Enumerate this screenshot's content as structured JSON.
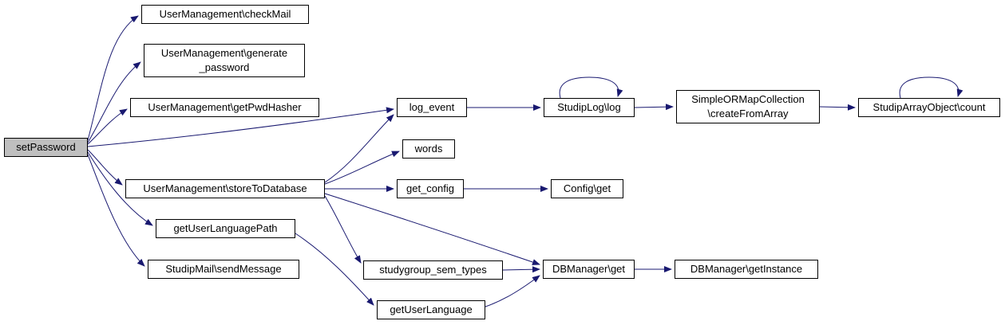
{
  "diagram": {
    "type": "doxygen-call-graph",
    "root": "setPassword",
    "colors": {
      "edge": "#191970",
      "node_border": "#000000",
      "node_background": "#ffffff",
      "root_background": "#bfbfbf"
    },
    "nodes": {
      "setPassword": {
        "label": "setPassword"
      },
      "checkMail": {
        "label": "UserManagement\\checkMail"
      },
      "generatePassword": {
        "label": "UserManagement\\generate\n_password"
      },
      "getPwdHasher": {
        "label": "UserManagement\\getPwdHasher"
      },
      "logEvent": {
        "label": "log_event"
      },
      "studipLog": {
        "label": "StudipLog\\log"
      },
      "createFromArray": {
        "label": "SimpleORMapCollection\n\\createFromArray"
      },
      "arrayCount": {
        "label": "StudipArrayObject\\count"
      },
      "words": {
        "label": "words"
      },
      "storeToDatabase": {
        "label": "UserManagement\\storeToDatabase"
      },
      "getConfig": {
        "label": "get_config"
      },
      "configGet": {
        "label": "Config\\get"
      },
      "getUserLanguagePath": {
        "label": "getUserLanguagePath"
      },
      "sendMessage": {
        "label": "StudipMail\\sendMessage"
      },
      "studygroupSemTypes": {
        "label": "studygroup_sem_types"
      },
      "dbManagerGet": {
        "label": "DBManager\\get"
      },
      "dbManagerGetInstance": {
        "label": "DBManager\\getInstance"
      },
      "getUserLanguage": {
        "label": "getUserLanguage"
      }
    },
    "edges": [
      {
        "from": "setPassword",
        "to": "checkMail"
      },
      {
        "from": "setPassword",
        "to": "generatePassword"
      },
      {
        "from": "setPassword",
        "to": "getPwdHasher"
      },
      {
        "from": "setPassword",
        "to": "logEvent"
      },
      {
        "from": "setPassword",
        "to": "storeToDatabase"
      },
      {
        "from": "setPassword",
        "to": "getUserLanguagePath"
      },
      {
        "from": "setPassword",
        "to": "sendMessage"
      },
      {
        "from": "logEvent",
        "to": "studipLog"
      },
      {
        "from": "studipLog",
        "to": "studipLog"
      },
      {
        "from": "studipLog",
        "to": "createFromArray"
      },
      {
        "from": "createFromArray",
        "to": "arrayCount"
      },
      {
        "from": "arrayCount",
        "to": "arrayCount"
      },
      {
        "from": "storeToDatabase",
        "to": "logEvent"
      },
      {
        "from": "storeToDatabase",
        "to": "words"
      },
      {
        "from": "storeToDatabase",
        "to": "getConfig"
      },
      {
        "from": "storeToDatabase",
        "to": "studygroupSemTypes"
      },
      {
        "from": "storeToDatabase",
        "to": "dbManagerGet"
      },
      {
        "from": "getConfig",
        "to": "configGet"
      },
      {
        "from": "getUserLanguagePath",
        "to": "getUserLanguage"
      },
      {
        "from": "getUserLanguage",
        "to": "dbManagerGet"
      },
      {
        "from": "studygroupSemTypes",
        "to": "dbManagerGet"
      },
      {
        "from": "dbManagerGet",
        "to": "dbManagerGetInstance"
      }
    ]
  }
}
